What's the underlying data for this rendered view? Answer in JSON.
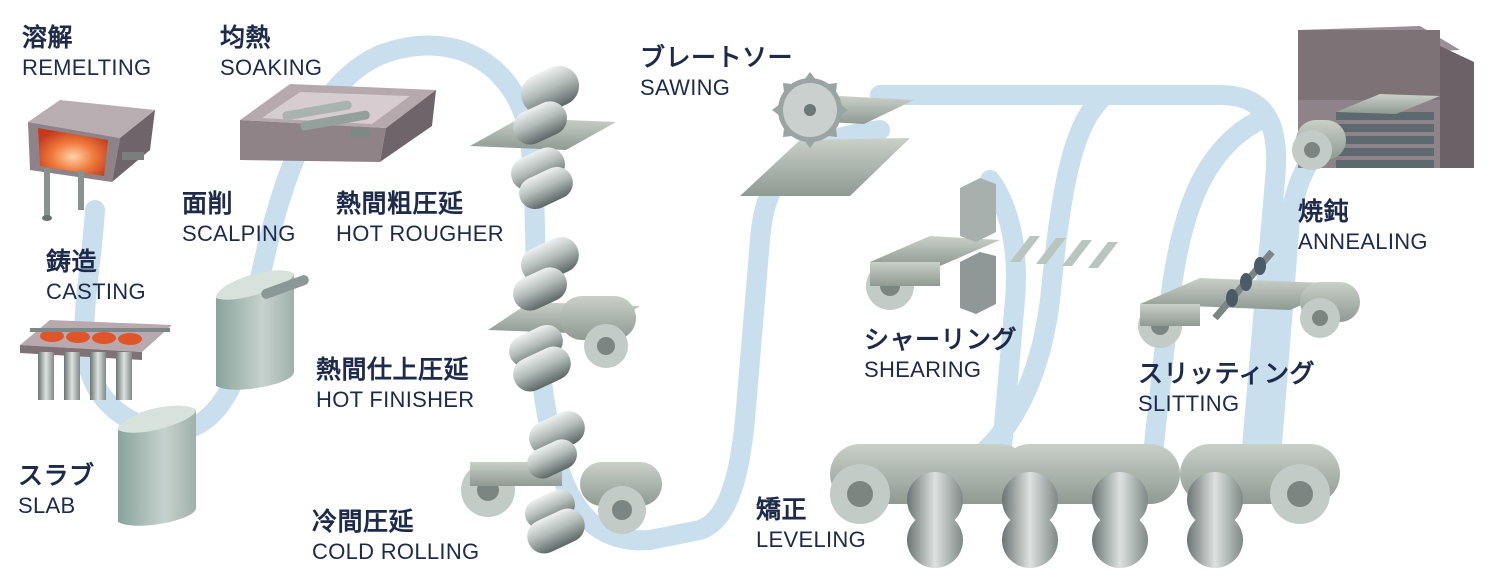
{
  "palette": {
    "flow": "#c9dfee",
    "text": "#1e2a4a",
    "machine_grey": "#9aa6a2",
    "machine_dark": "#5f6b69",
    "furnace": "#8a7a80",
    "hot": "#e0542a"
  },
  "stages": [
    {
      "key": "remelting",
      "jp": "溶解",
      "en": "REMELTING"
    },
    {
      "key": "soaking",
      "jp": "均熱",
      "en": "SOAKING"
    },
    {
      "key": "scalping",
      "jp": "面削",
      "en": "SCALPING"
    },
    {
      "key": "casting",
      "jp": "鋳造",
      "en": "CASTING"
    },
    {
      "key": "slab",
      "jp": "スラブ",
      "en": "SLAB"
    },
    {
      "key": "hot_rougher",
      "jp": "熱間粗圧延",
      "en": "HOT ROUGHER"
    },
    {
      "key": "hot_finisher",
      "jp": "熱間仕上圧延",
      "en": "HOT FINISHER"
    },
    {
      "key": "cold_rolling",
      "jp": "冷間圧延",
      "en": "COLD ROLLING"
    },
    {
      "key": "sawing",
      "jp": "ブレートソー",
      "en": "SAWING"
    },
    {
      "key": "shearing",
      "jp": "シャーリング",
      "en": "SHEARING"
    },
    {
      "key": "leveling",
      "jp": "矯正",
      "en": "LEVELING"
    },
    {
      "key": "slitting",
      "jp": "スリッティング",
      "en": "SLITTING"
    },
    {
      "key": "annealing",
      "jp": "焼鈍",
      "en": "ANNEALING"
    }
  ]
}
